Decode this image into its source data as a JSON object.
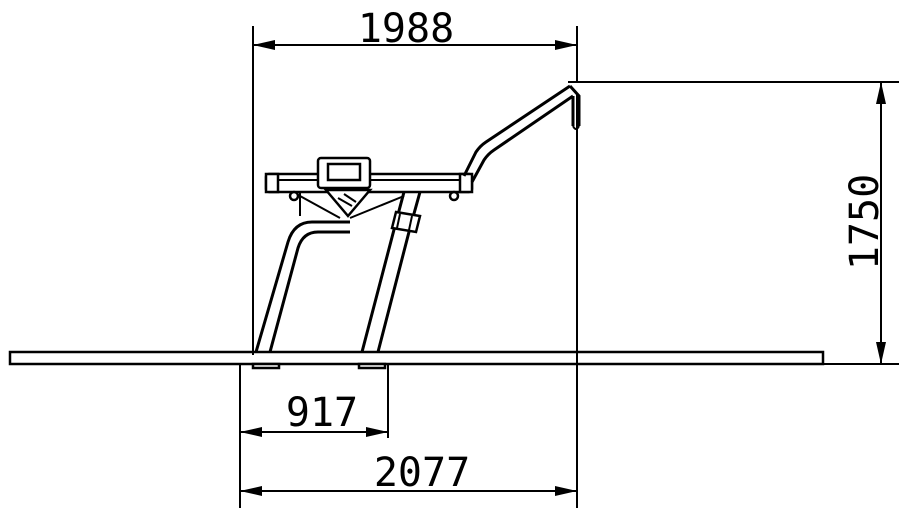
{
  "dimensions": {
    "top_width": "1988",
    "height": "1750",
    "inner_width": "917",
    "base_width": "2077"
  }
}
